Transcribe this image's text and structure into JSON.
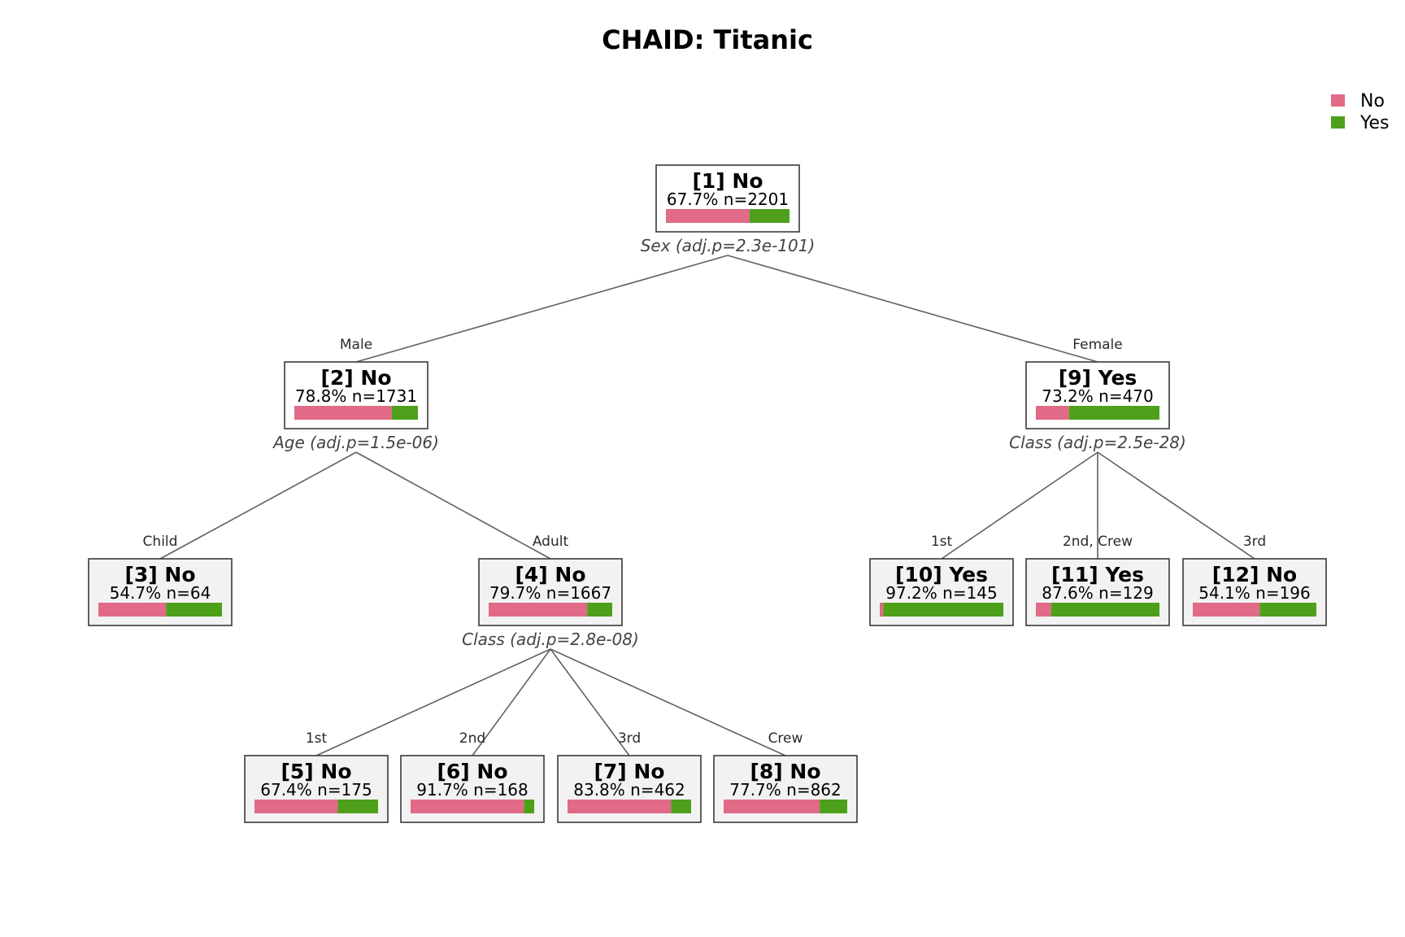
{
  "title": "CHAID: Titanic",
  "colors": {
    "No": "#e06a87",
    "Yes": "#4ea01a",
    "internal_fill": "#ffffff",
    "leaf_fill": "#f2f2f2"
  },
  "legend": [
    {
      "label": "No",
      "color": "#e06a87"
    },
    {
      "label": "Yes",
      "color": "#4ea01a"
    }
  ],
  "nodes": [
    {
      "id": 1,
      "title": "[1] No",
      "stats": "67.7%  n=2201",
      "no_share": 0.677,
      "leaf": false,
      "split": "Sex (adj.p=2.3e-101)"
    },
    {
      "id": 2,
      "title": "[2] No",
      "stats": "78.8%  n=1731",
      "no_share": 0.788,
      "leaf": false,
      "split": "Age (adj.p=1.5e-06)"
    },
    {
      "id": 3,
      "title": "[3] No",
      "stats": "54.7%  n=64",
      "no_share": 0.547,
      "leaf": true
    },
    {
      "id": 4,
      "title": "[4] No",
      "stats": "79.7%  n=1667",
      "no_share": 0.797,
      "leaf": true,
      "split": "Class (adj.p=2.8e-08)"
    },
    {
      "id": 5,
      "title": "[5] No",
      "stats": "67.4%  n=175",
      "no_share": 0.674,
      "leaf": true
    },
    {
      "id": 6,
      "title": "[6] No",
      "stats": "91.7%  n=168",
      "no_share": 0.917,
      "leaf": true
    },
    {
      "id": 7,
      "title": "[7] No",
      "stats": "83.8%  n=462",
      "no_share": 0.838,
      "leaf": true
    },
    {
      "id": 8,
      "title": "[8] No",
      "stats": "77.7%  n=862",
      "no_share": 0.777,
      "leaf": true
    },
    {
      "id": 9,
      "title": "[9] Yes",
      "stats": "73.2%  n=470",
      "no_share": 0.268,
      "leaf": false,
      "split": "Class (adj.p=2.5e-28)"
    },
    {
      "id": 10,
      "title": "[10] Yes",
      "stats": "97.2%  n=145",
      "no_share": 0.028,
      "leaf": true
    },
    {
      "id": 11,
      "title": "[11] Yes",
      "stats": "87.6%  n=129",
      "no_share": 0.124,
      "leaf": true
    },
    {
      "id": 12,
      "title": "[12] No",
      "stats": "54.1%  n=196",
      "no_share": 0.541,
      "leaf": true
    }
  ],
  "edges": [
    {
      "from": 1,
      "to": 2,
      "label": "Male"
    },
    {
      "from": 1,
      "to": 9,
      "label": "Female"
    },
    {
      "from": 2,
      "to": 3,
      "label": "Child"
    },
    {
      "from": 2,
      "to": 4,
      "label": "Adult"
    },
    {
      "from": 4,
      "to": 5,
      "label": "1st"
    },
    {
      "from": 4,
      "to": 6,
      "label": "2nd"
    },
    {
      "from": 4,
      "to": 7,
      "label": "3rd"
    },
    {
      "from": 4,
      "to": 8,
      "label": "Crew"
    },
    {
      "from": 9,
      "to": 10,
      "label": "1st"
    },
    {
      "from": 9,
      "to": 11,
      "label": "2nd, Crew"
    },
    {
      "from": 9,
      "to": 12,
      "label": "3rd"
    }
  ]
}
